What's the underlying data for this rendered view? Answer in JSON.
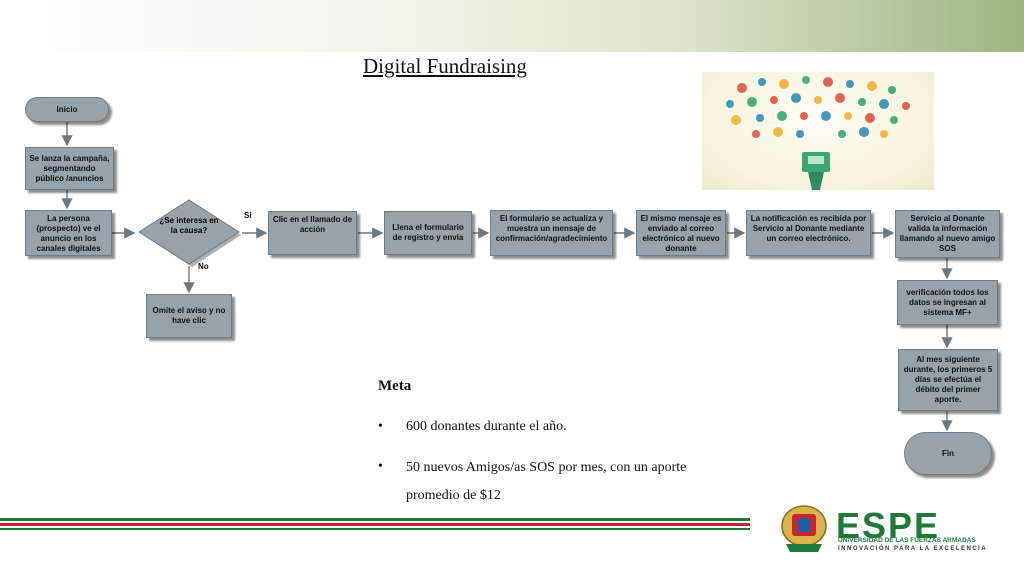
{
  "slide": {
    "title": "Digital Fundraising"
  },
  "flow": {
    "inicio": "Inicio",
    "campana": "Se lanza la campaña, segmentando público /anuncios",
    "persona": "La persona (prospecto) ve el anuncio en los canales digitales",
    "decision": "¿Se interesa en la causa?",
    "si": "Si",
    "no": "No",
    "omite": "Omite el aviso y no have clic",
    "clic": "Clic en el llamado de acción",
    "llena": "Llena el formulario de registro y envía",
    "formulario": "El formulario se actualiza y muestra un mensaje de confirmación/agradecimiento",
    "mensaje": "El mismo mensaje es enviado al correo electrónico al nuevo donante",
    "notificacion": "La notificación es recibida por Servicio al Donante mediante un correo electrónico.",
    "servicio": "Servicio al Donante valida la información llamando al nuevo amigo SOS",
    "verificacion": "verificación todos los datos se ingresan al sistema MF+",
    "mes": "Al mes siguiente durante, los primeros 5 días se efectúa el débito del primer aporte.",
    "fin": "Fin"
  },
  "meta": {
    "heading": "Meta",
    "bullets": [
      "600 donantes durante el año.",
      "50 nuevos Amigos/as SOS por mes, con un aporte promedio de $12"
    ]
  },
  "logo": {
    "name": "ESPE",
    "line1": "UNIVERSIDAD DE LAS FUERZAS ARMADAS",
    "line2": "INNOVACIÓN PARA LA EXCELENCIA",
    "colors": {
      "green": "#1f7a3a",
      "red": "#c8262c"
    }
  },
  "colors": {
    "box": "#97a2aa",
    "band": "#9db57f"
  }
}
